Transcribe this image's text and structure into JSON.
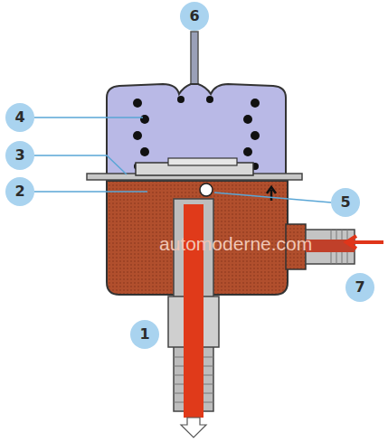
{
  "diagram": {
    "labels": [
      "6",
      "4",
      "3",
      "2",
      "5",
      "1",
      "7",
      "automoderne.com"
    ]
  }
}
